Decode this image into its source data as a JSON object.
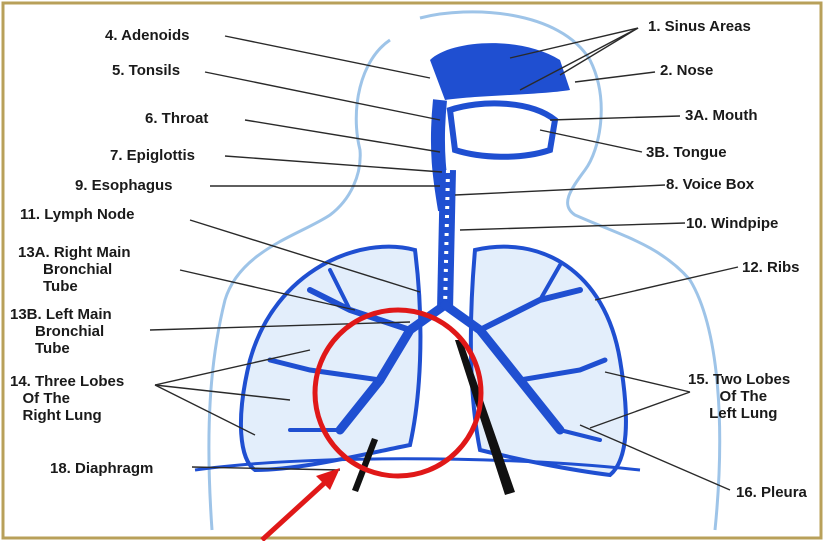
{
  "labels": {
    "sinus_areas": "1. Sinus Areas",
    "nose": "2. Nose",
    "mouth": "3A. Mouth",
    "tongue": "3B. Tongue",
    "adenoids": "4. Adenoids",
    "tonsils": "5. Tonsils",
    "throat": "6. Throat",
    "epiglottis": "7. Epiglottis",
    "voice_box": "8. Voice Box",
    "esophagus": "9. Esophagus",
    "windpipe": "10. Windpipe",
    "lymph_node": "11. Lymph Node",
    "ribs": "12. Ribs",
    "right_main_bronchial_tube": "13A. Right Main\n      Bronchial\n      Tube",
    "left_main_bronchial_tube": "13B. Left Main\n      Bronchial\n      Tube",
    "three_lobes": "14. Three Lobes\n   Of The\n   Right Lung",
    "two_lobes": "15. Two Lobes\n  Of The\n  Left Lung",
    "pleura": "16. Pleura",
    "diaphragm": "18. Diaphragm"
  },
  "colors": {
    "frame": "#b8a05a",
    "body_outline": "#9ec4e8",
    "organ_blue": "#1f4fd1",
    "leader_line": "#2a2a2a",
    "highlight_circle": "#e01818",
    "arrow": "#e01818"
  }
}
